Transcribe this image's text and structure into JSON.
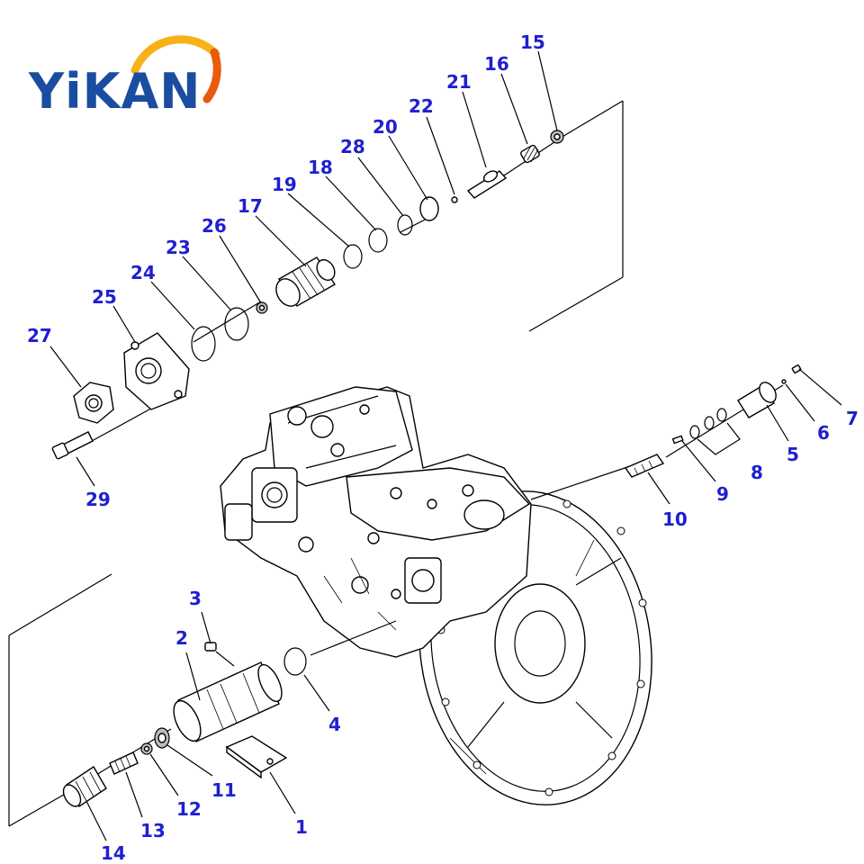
{
  "logo": {
    "text": "YiKAN",
    "color": "#1a4da0",
    "arc_colors": [
      "#f7b21a",
      "#e85a0c"
    ]
  },
  "callout_color": "#1f1fd0",
  "callouts": [
    "1",
    "2",
    "3",
    "4",
    "5",
    "6",
    "7",
    "8",
    "9",
    "10",
    "11",
    "12",
    "13",
    "14",
    "15",
    "16",
    "17",
    "18",
    "19",
    "20",
    "21",
    "22",
    "23",
    "24",
    "25",
    "26",
    "27",
    "28",
    "29"
  ]
}
